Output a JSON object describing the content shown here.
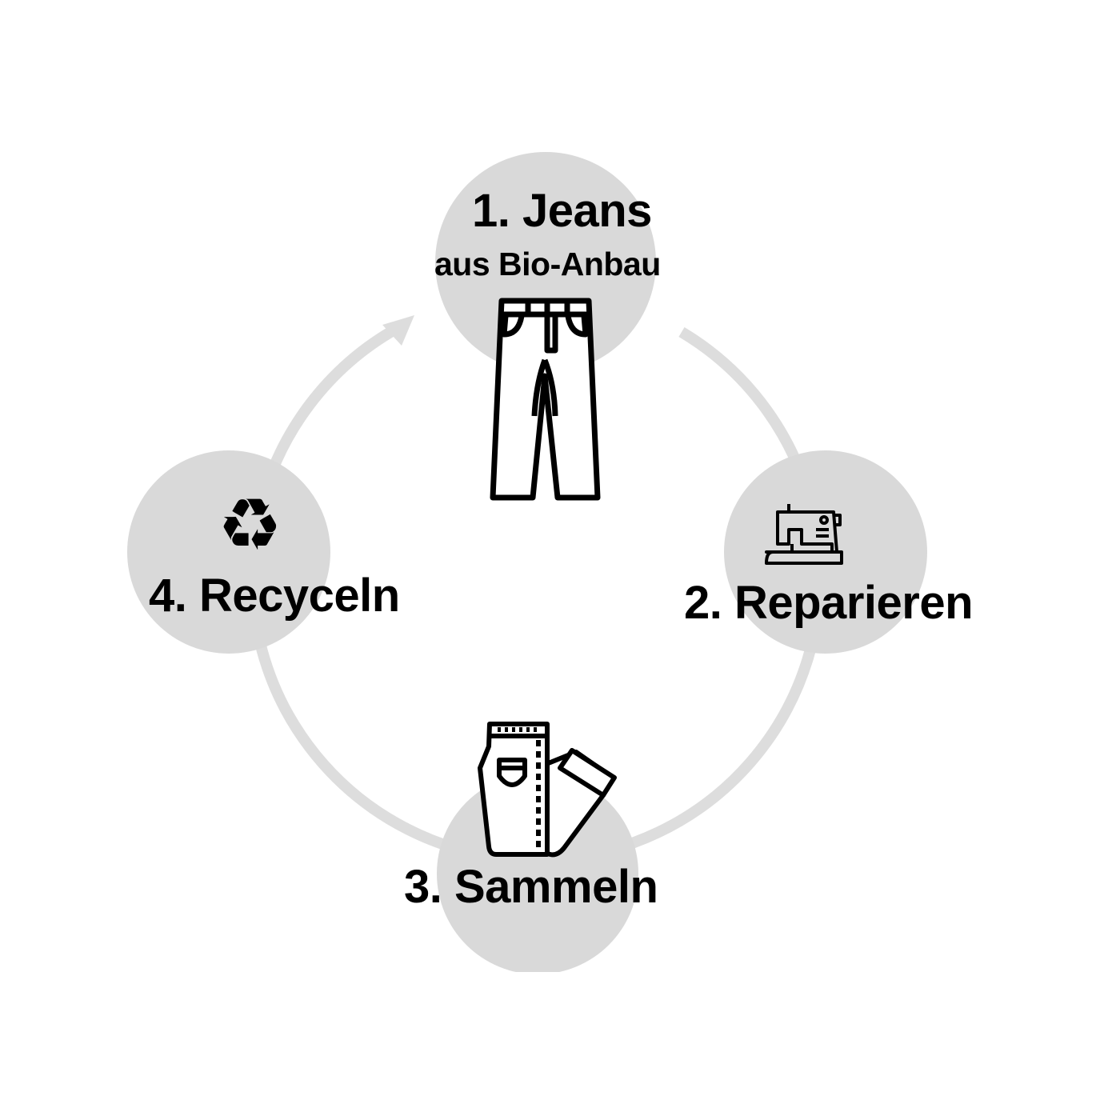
{
  "diagram": {
    "title_step1": "1. Jeans",
    "subtitle_step1": "aus Bio-Anbau",
    "steps": [
      {
        "label": "1. Jeans",
        "icon": "trousers-icon"
      },
      {
        "label": "2. Reparieren",
        "icon": "sewing-machine-icon"
      },
      {
        "label": "3. Sammeln",
        "icon": "folded-jeans-icon"
      },
      {
        "label": "4. Recyceln",
        "icon": "recycle-icon"
      }
    ],
    "colors": {
      "circle": "#d9d9d9",
      "ring": "#dddddd",
      "text": "#000000"
    }
  }
}
